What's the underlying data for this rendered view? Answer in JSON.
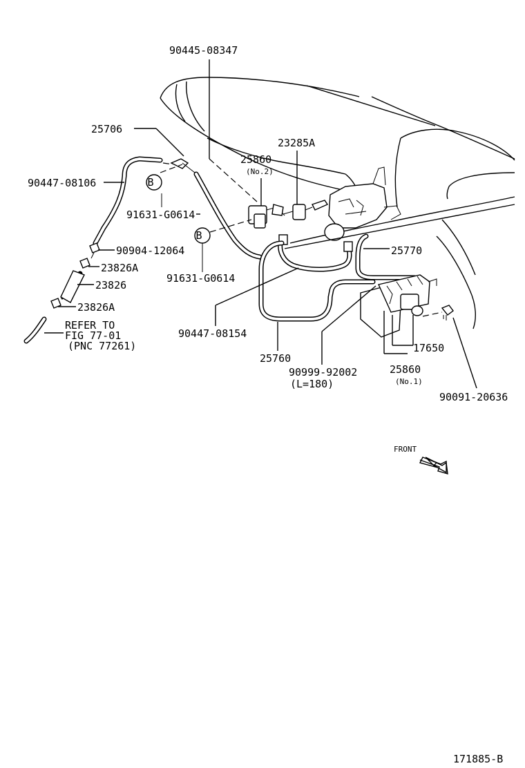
{
  "labels": {
    "p90445_08347": "90445-08347",
    "p25706": "25706",
    "p23285a": "23285A",
    "p25860_no2": "25860",
    "no2": "(No.2)",
    "p90447_08106": "90447-08106",
    "b1": "B",
    "p91631_g0614_a": "91631-G0614",
    "b2": "B",
    "p90904_12064": "90904-12064",
    "p23826a_top": "23826A",
    "p23826": "23826",
    "p23826a_bot": "23826A",
    "p91631_g0614_b": "91631-G0614",
    "p25770": "25770",
    "refer_line1": "REFER TO",
    "refer_line2": "FIG 77-01",
    "refer_line3": "(PNC 77261)",
    "p90447_08154": "90447-08154",
    "p17650": "17650",
    "p25760": "25760",
    "p90999_92002": "90999-92002",
    "l180": "(L=180)",
    "p25860_no1": "25860",
    "no1": "(No.1)",
    "p90091_20636": "90091-20636",
    "front": "FRONT",
    "drawing_no": "171885-B"
  }
}
